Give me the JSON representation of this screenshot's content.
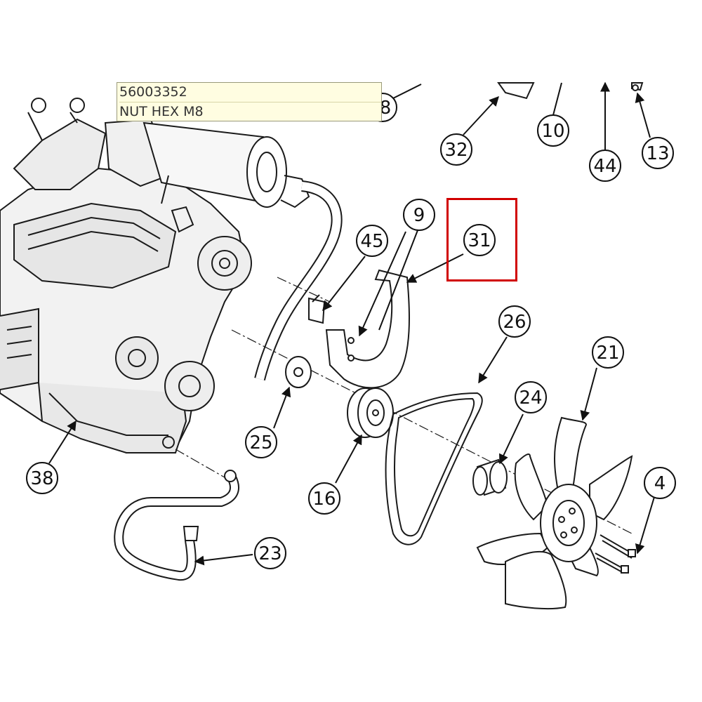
{
  "tooltip": {
    "part_number": "56003352",
    "description": "NUT HEX M8"
  },
  "highlighted_callout": "31",
  "colors": {
    "highlight": "#d10000",
    "tooltip_bg": "#fffde1",
    "line": "#1a1a1a"
  },
  "callouts": [
    {
      "id": "c32",
      "label": "32"
    },
    {
      "id": "c10",
      "label": "10"
    },
    {
      "id": "c44",
      "label": "44"
    },
    {
      "id": "c13",
      "label": "13"
    },
    {
      "id": "c8",
      "label": "8"
    },
    {
      "id": "c9",
      "label": "9"
    },
    {
      "id": "c31",
      "label": "31"
    },
    {
      "id": "c45",
      "label": "45"
    },
    {
      "id": "c26",
      "label": "26"
    },
    {
      "id": "c21",
      "label": "21"
    },
    {
      "id": "c24",
      "label": "24"
    },
    {
      "id": "c4",
      "label": "4"
    },
    {
      "id": "c25",
      "label": "25"
    },
    {
      "id": "c16",
      "label": "16"
    },
    {
      "id": "c38",
      "label": "38"
    },
    {
      "id": "c23",
      "label": "23"
    }
  ]
}
